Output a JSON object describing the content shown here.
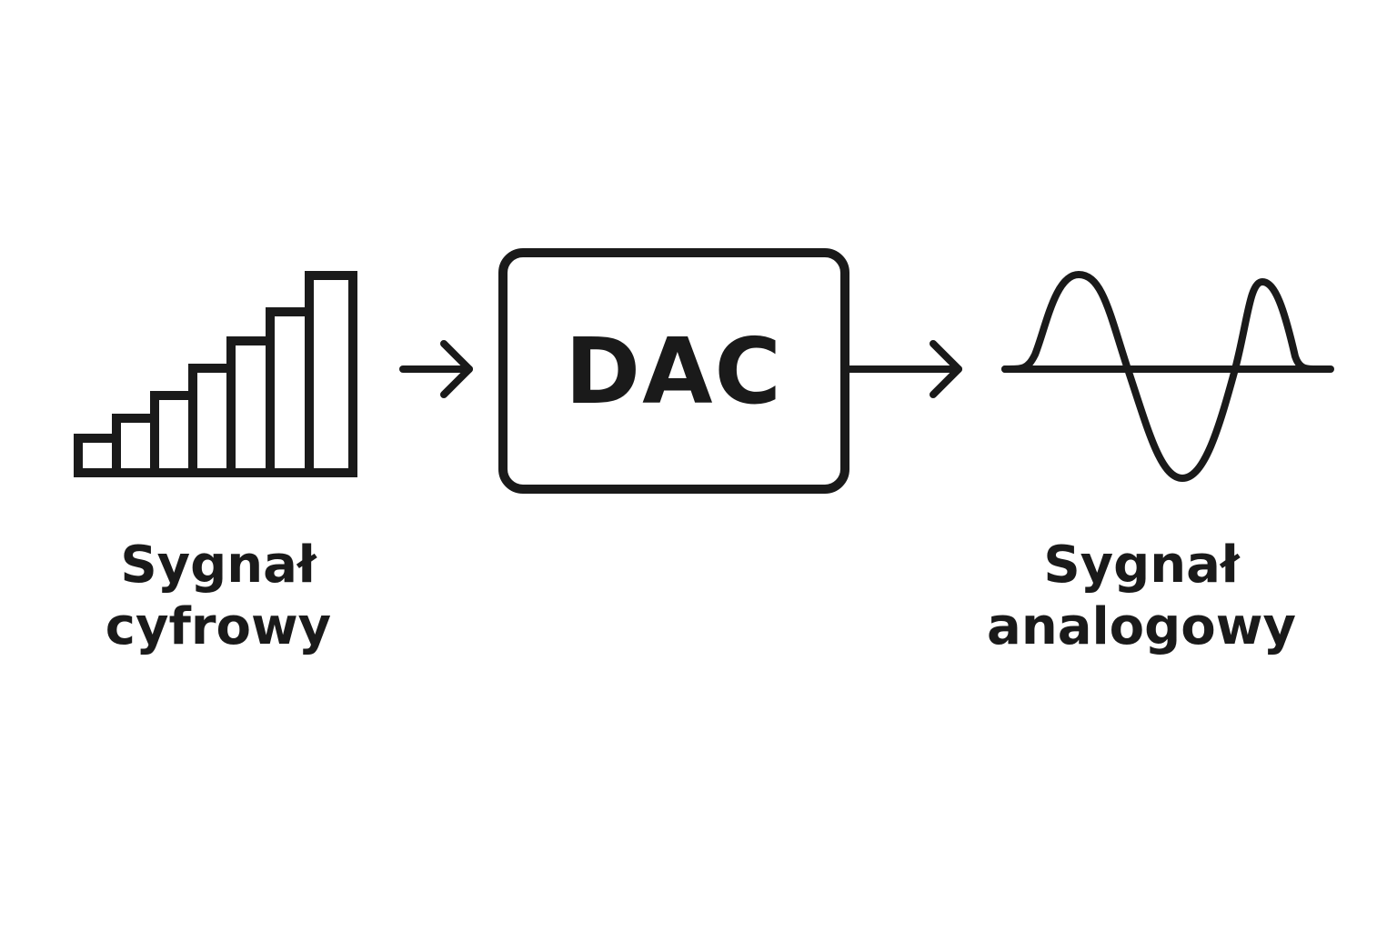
{
  "input": {
    "label_line1": "Sygnał",
    "label_line2": "cyfrowy",
    "icon": "staircase-bars-icon"
  },
  "converter": {
    "label": "DAC"
  },
  "output": {
    "label_line1": "Sygnał",
    "label_line2": "analogowy",
    "icon": "sine-wave-icon"
  },
  "colors": {
    "stroke": "#1a1a1a",
    "background": "#ffffff"
  }
}
